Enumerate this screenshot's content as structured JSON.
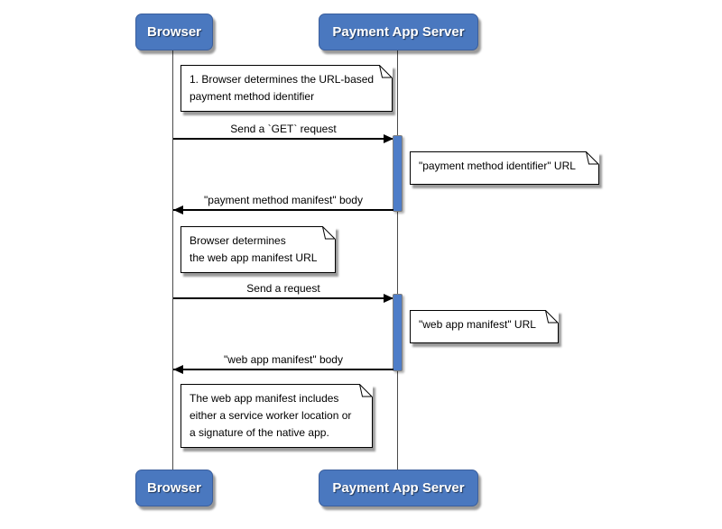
{
  "actors": {
    "browser": "Browser",
    "server": "Payment App Server"
  },
  "messages": {
    "get_request": "Send a `GET` request",
    "pmm_body": "\"payment method manifest\" body",
    "send_request": "Send a request",
    "wam_body": "\"web app manifest\" body"
  },
  "notes": {
    "determine_pmi": {
      "line1": "1. Browser determines the URL-based",
      "line2": "payment method identifier"
    },
    "pmi_url": {
      "line1": "\"payment method identifier\" URL"
    },
    "determine_wam": {
      "line1": "Browser determines",
      "line2": "the web app manifest URL"
    },
    "wam_url": {
      "line1": "\"web app manifest\" URL"
    },
    "wam_contents": {
      "line1": "The web app manifest includes",
      "line2": "either a service worker location or",
      "line3": "a signature of the native app."
    }
  },
  "colors": {
    "actor_fill": "#4a78bf",
    "actor_border": "#3b5f9d",
    "actor_text": "#ffffff",
    "activation_fill": "#4e7dc8",
    "activation_border": "#7f7f7f",
    "lifeline": "#4a4a4a",
    "note_fill": "#ffffff",
    "note_border": "#000000",
    "arrow": "#000000",
    "background": "#ffffff"
  }
}
